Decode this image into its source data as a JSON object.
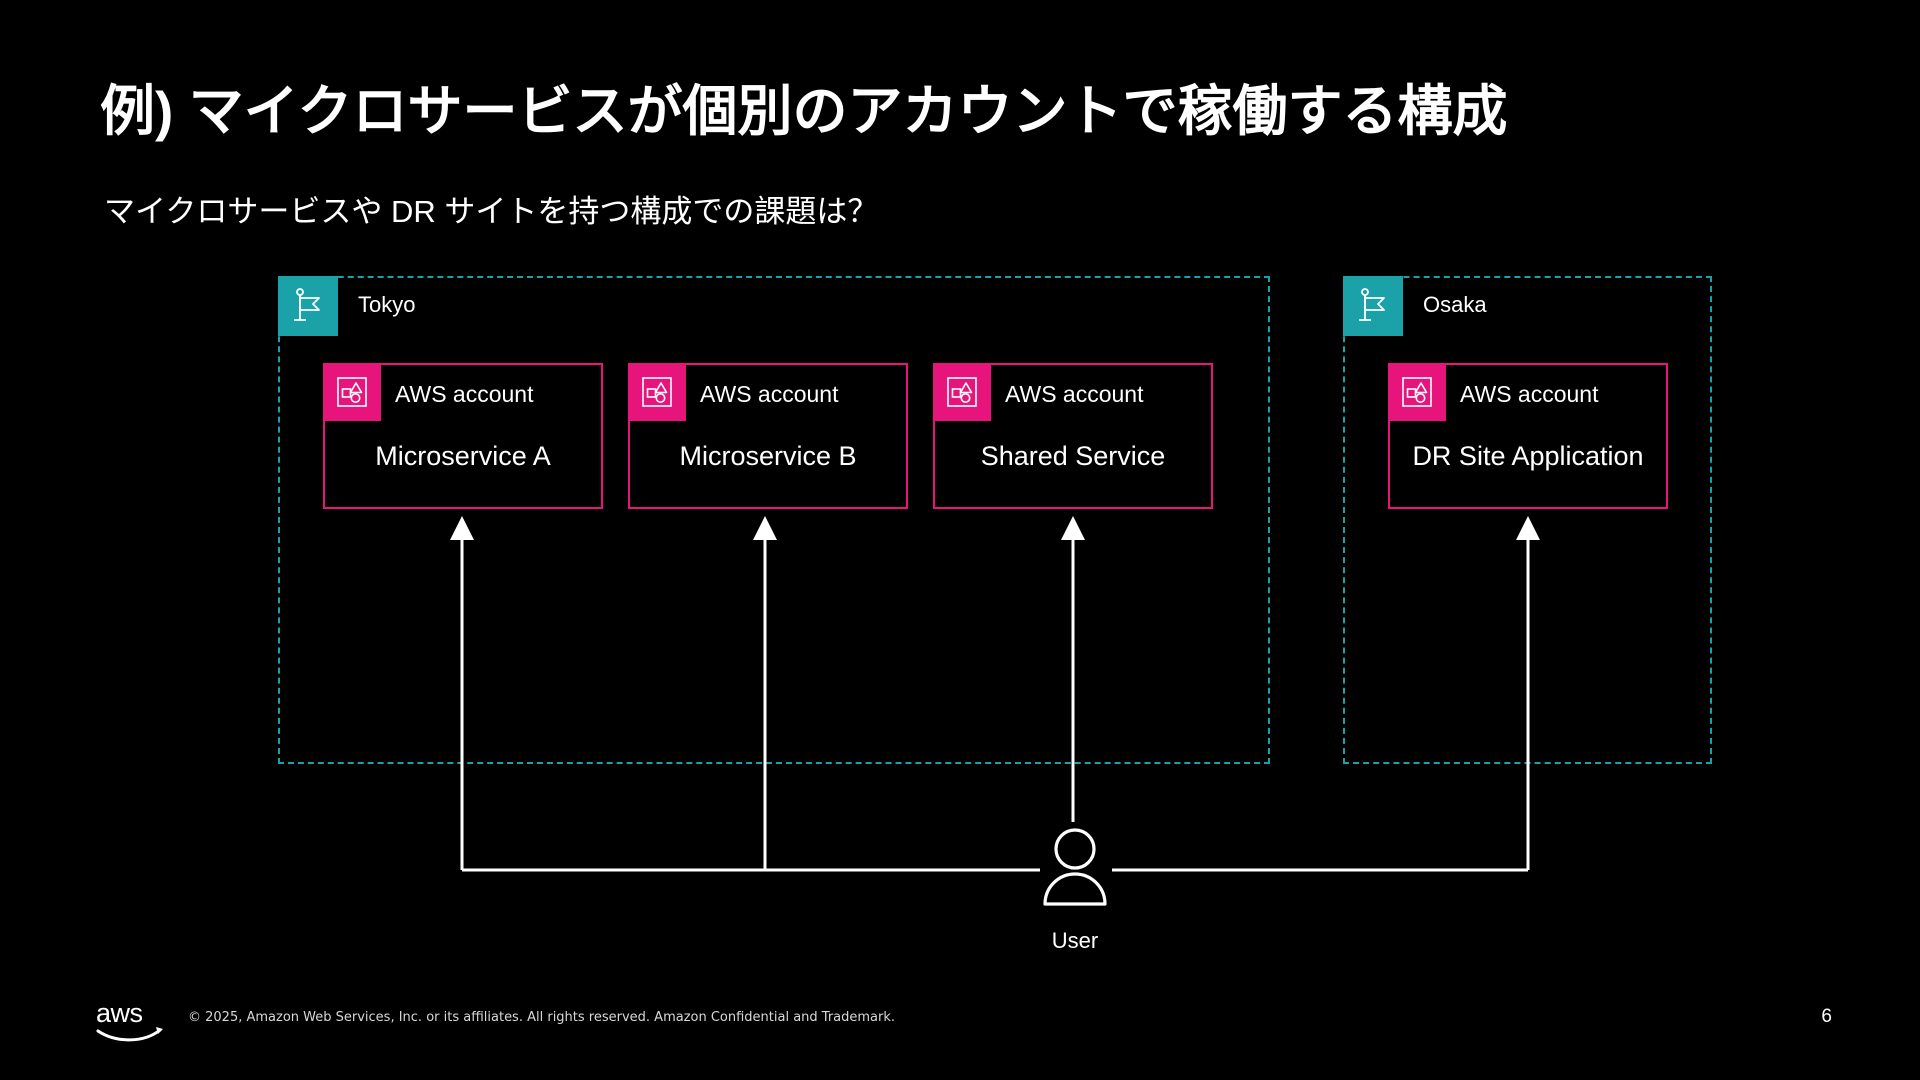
{
  "slide": {
    "title": "例) マイクロサービスが個別のアカウントで稼働する構成",
    "subtitle": "マイクロサービスや DR サイトを持つ構成での課題は？",
    "page_number": "6",
    "background_color": "#000000"
  },
  "colors": {
    "region_border": "#1BA1A8",
    "region_badge": "#1BA1A8",
    "account_border": "#E7157B",
    "account_badge": "#E7157B",
    "connector": "#FFFFFF",
    "text": "#FFFFFF"
  },
  "diagram": {
    "regions": [
      {
        "id": "tokyo",
        "label": "Tokyo",
        "icon": "region-flag-icon",
        "accounts": [
          {
            "id": "microservice-a",
            "type_label": "AWS account",
            "name": "Microservice A",
            "icon": "aws-account-icon"
          },
          {
            "id": "microservice-b",
            "type_label": "AWS account",
            "name": "Microservice B",
            "icon": "aws-account-icon"
          },
          {
            "id": "shared-service",
            "type_label": "AWS account",
            "name": "Shared Service",
            "icon": "aws-account-icon"
          }
        ]
      },
      {
        "id": "osaka",
        "label": "Osaka",
        "icon": "region-flag-icon",
        "accounts": [
          {
            "id": "dr-site-application",
            "type_label": "AWS account",
            "name": "DR Site Application",
            "icon": "aws-account-icon"
          }
        ]
      }
    ],
    "actor": {
      "id": "user",
      "label": "User",
      "icon": "user-icon"
    },
    "connections": [
      {
        "from": "user",
        "to": "microservice-a",
        "direction": "to-target"
      },
      {
        "from": "user",
        "to": "microservice-b",
        "direction": "to-target"
      },
      {
        "from": "user",
        "to": "shared-service",
        "direction": "to-target"
      },
      {
        "from": "user",
        "to": "dr-site-application",
        "direction": "to-target"
      }
    ]
  },
  "footer": {
    "logo": "aws-logo",
    "copyright": "© 2025, Amazon Web Services, Inc. or its affiliates. All rights reserved. Amazon Confidential and Trademark."
  }
}
